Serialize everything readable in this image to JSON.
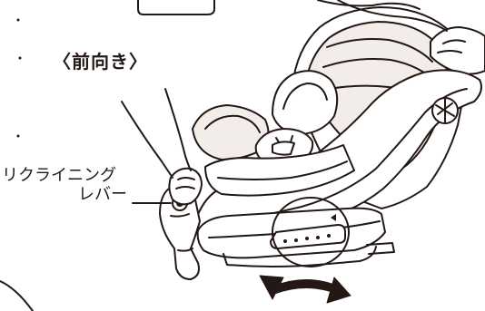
{
  "labels": {
    "direction": "〈前向き〉",
    "lever_line1": "リクライニング",
    "lever_line2": "レバー"
  },
  "colors": {
    "outline": "#231815",
    "fill": "#ffffff",
    "shade": "#f2ede8"
  },
  "icons": {
    "rotate": "curved-double-arrow"
  }
}
